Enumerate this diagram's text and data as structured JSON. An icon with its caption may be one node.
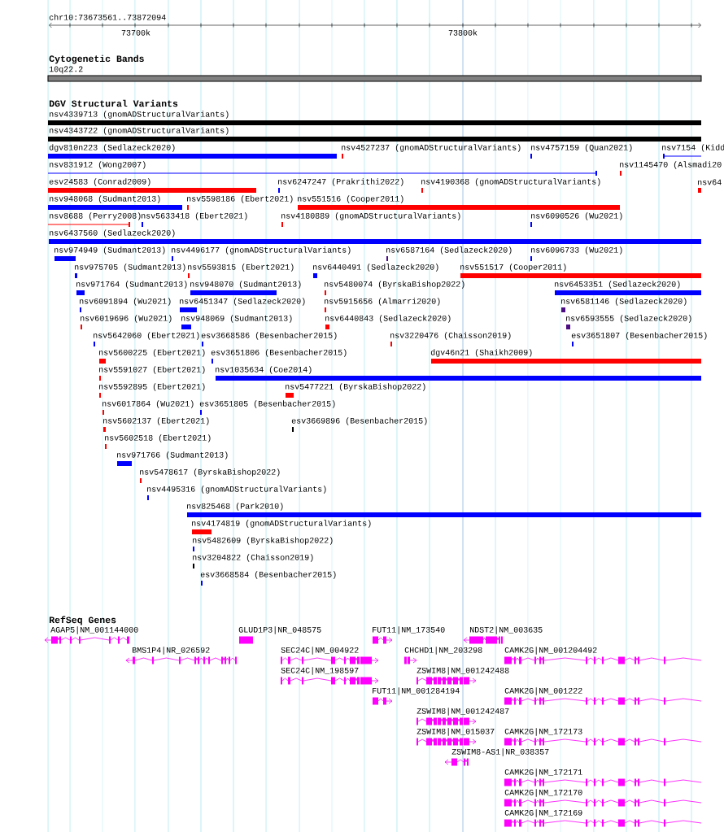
{
  "diagram": {
    "nodes": [
      {
        "text": [
          "10q22.2"
        ]
      },
      {
        "text": [
          "nsv4339713 (gnomADStructuralVariants)"
        ]
      },
      {
        "text": [
          "nsv4343722 (gnomADStructuralVariants)"
        ]
      },
      {
        "text": [
          "dgv810n223 (Sedlazeck2020)"
        ]
      },
      {
        "text": [
          "nsv4527237 (gnomADStructuralVariants)"
        ]
      },
      {
        "text": [
          "nsv4757159 (Quan2021)"
        ]
      },
      {
        "text": [
          "nsv7154 (Kidd"
        ]
      },
      {
        "text": [
          "nsv831912 (Wong2007)"
        ]
      },
      {
        "text": [
          "nsv1145470 (Alsmadi20"
        ]
      },
      {
        "text": [
          "esv24583 (Conrad2009)"
        ]
      },
      {
        "text": [
          "nsv6247247 (Prakrithi2022)"
        ]
      },
      {
        "text": [
          "nsv4190368 (gnomADStructuralVariants)"
        ]
      },
      {
        "text": [
          "nsv64"
        ]
      },
      {
        "text": [
          "nsv948068 (Sudmant2013)"
        ]
      },
      {
        "text": [
          "nsv5598186 (Ebert2021)"
        ]
      },
      {
        "text": [
          "nsv551516 (Cooper2011)"
        ]
      },
      {
        "text": [
          "nsv8688 (Perry2008)"
        ]
      },
      {
        "text": [
          "nsv5633418 (Ebert2021)"
        ]
      },
      {
        "text": [
          "nsv4180889 (gnomADStructuralVariants)"
        ]
      },
      {
        "text": [
          "nsv6090526 (Wu2021)"
        ]
      },
      {
        "text": [
          "nsv6437560 (Sedlazeck2020)"
        ]
      },
      {
        "text": [
          "nsv974949 (Sudmant2013)"
        ]
      },
      {
        "text": [
          "nsv4496177 (gnomADStructuralVariants)"
        ]
      },
      {
        "text": [
          "nsv6587164 (Sedlazeck2020)"
        ]
      },
      {
        "text": [
          "nsv6096733 (Wu2021)"
        ]
      },
      {
        "text": [
          "nsv975705 (Sudmant2013)"
        ]
      },
      {
        "text": [
          "nsv5593815 (Ebert2021)"
        ]
      },
      {
        "text": [
          "nsv6440491 (Sedlazeck2020)"
        ]
      },
      {
        "text": [
          "nsv551517 (Cooper2011)"
        ]
      },
      {
        "text": [
          "nsv971764 (Sudmant2013)"
        ]
      },
      {
        "text": [
          "nsv948070 (Sudmant2013)"
        ]
      },
      {
        "text": [
          "nsv5480074 (ByrskaBishop2022)"
        ]
      },
      {
        "text": [
          "nsv6453351 (Sedlazeck2020)"
        ]
      },
      {
        "text": [
          "nsv6091894 (Wu2021)"
        ]
      },
      {
        "text": [
          "nsv6451347 (Sedlazeck2020)"
        ]
      },
      {
        "text": [
          "nsv5915656 (Almarri2020)"
        ]
      },
      {
        "text": [
          "nsv6581146 (Sedlazeck2020)"
        ]
      },
      {
        "text": [
          "nsv6019696 (Wu2021)"
        ]
      },
      {
        "text": [
          "nsv948069 (Sudmant2013)"
        ]
      },
      {
        "text": [
          "nsv6440843 (Sedlazeck2020)"
        ]
      },
      {
        "text": [
          "nsv6593555 (Sedlazeck2020)"
        ]
      },
      {
        "text": [
          "nsv5642060 (Ebert2021)"
        ]
      },
      {
        "text": [
          "esv3668586 (Besenbacher2015)"
        ]
      },
      {
        "text": [
          "nsv3220476 (Chaisson2019)"
        ]
      },
      {
        "text": [
          "esv3651807 (Besenbacher2015)"
        ]
      },
      {
        "text": [
          "nsv5600225 (Ebert2021)"
        ]
      },
      {
        "text": [
          "esv3651806 (Besenbacher2015)"
        ]
      },
      {
        "text": [
          "dgv46n21 (Shaikh2009)"
        ]
      },
      {
        "text": [
          "nsv5591027 (Ebert2021)"
        ]
      },
      {
        "text": [
          "nsv1035634 (Coe2014)"
        ]
      },
      {
        "text": [
          "nsv5592895 (Ebert2021)"
        ]
      },
      {
        "text": [
          "nsv5477221 (ByrskaBishop2022)"
        ]
      },
      {
        "text": [
          "nsv6017864 (Wu2021)"
        ]
      },
      {
        "text": [
          "esv3651805 (Besenbacher2015)"
        ]
      },
      {
        "text": [
          "nsv5602137 (Ebert2021)"
        ]
      },
      {
        "text": [
          "esv3669896 (Besenbacher2015)"
        ]
      },
      {
        "text": [
          "nsv5602518 (Ebert2021)"
        ]
      },
      {
        "text": [
          "nsv971766 (Sudmant2013)"
        ]
      },
      {
        "text": [
          "nsv5478617 (ByrskaBishop2022)"
        ]
      },
      {
        "text": [
          "nsv4495316 (gnomADStructuralVariants)"
        ]
      },
      {
        "text": [
          "nsv825468 (Park2010)"
        ]
      },
      {
        "text": [
          "nsv4174819 (gnomADStructuralVariants)"
        ]
      },
      {
        "text": [
          "nsv5482609 (ByrskaBishop2022)"
        ]
      },
      {
        "text": [
          "nsv3204822 (Chaisson2019)"
        ]
      },
      {
        "text": [
          "esv3668584 (Besenbacher2015)"
        ]
      },
      {
        "text": [
          "AGAP5|NM_001144000"
        ]
      },
      {
        "text": [
          "GLUD1P3|NR_048575"
        ]
      },
      {
        "text": [
          "FUT11|NM_173540"
        ]
      },
      {
        "text": [
          "NDST2|NM_003635"
        ]
      },
      {
        "text": [
          "BMS1P4|NR_026592"
        ]
      },
      {
        "text": [
          "SEC24C|NM_004922"
        ]
      },
      {
        "text": [
          "CHCHD1|NM_203298"
        ]
      },
      {
        "text": [
          "CAMK2G|NM_001204492"
        ]
      },
      {
        "text": [
          "SEC24C|NM_198597"
        ]
      },
      {
        "text": [
          "ZSWIM8|NM_001242488"
        ]
      },
      {
        "text": [
          "FUT11|NM_001284194"
        ]
      },
      {
        "text": [
          "CAMK2G|NM_001222"
        ]
      },
      {
        "text": [
          "ZSWIM8|NM_001242487"
        ]
      },
      {
        "text": [
          "ZSWIM8|NM_015037"
        ]
      },
      {
        "text": [
          "CAMK2G|NM_172173"
        ]
      },
      {
        "text": [
          "ZSWIM8-AS1|NR_038357"
        ]
      },
      {
        "text": [
          "CAMK2G|NM_172171"
        ]
      },
      {
        "text": [
          "CAMK2G|NM_172170"
        ]
      },
      {
        "text": [
          "CAMK2G|NM_172169"
        ]
      }
    ],
    "labels": [
      "chr10:73673561..73872094",
      "73700k",
      "73800k",
      "Cytogenetic Bands",
      "DGV Structural Variants",
      "RefSeq Genes"
    ]
  }
}
